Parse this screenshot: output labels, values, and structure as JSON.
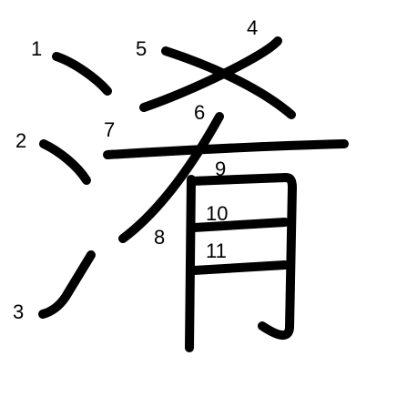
{
  "character": {
    "glyph": "淆",
    "stroke_count": 11,
    "stroke_color": "#000000",
    "background_color": "#ffffff"
  },
  "stroke_labels": [
    "1",
    "2",
    "3",
    "4",
    "5",
    "6",
    "7",
    "8",
    "9",
    "10",
    "11"
  ]
}
